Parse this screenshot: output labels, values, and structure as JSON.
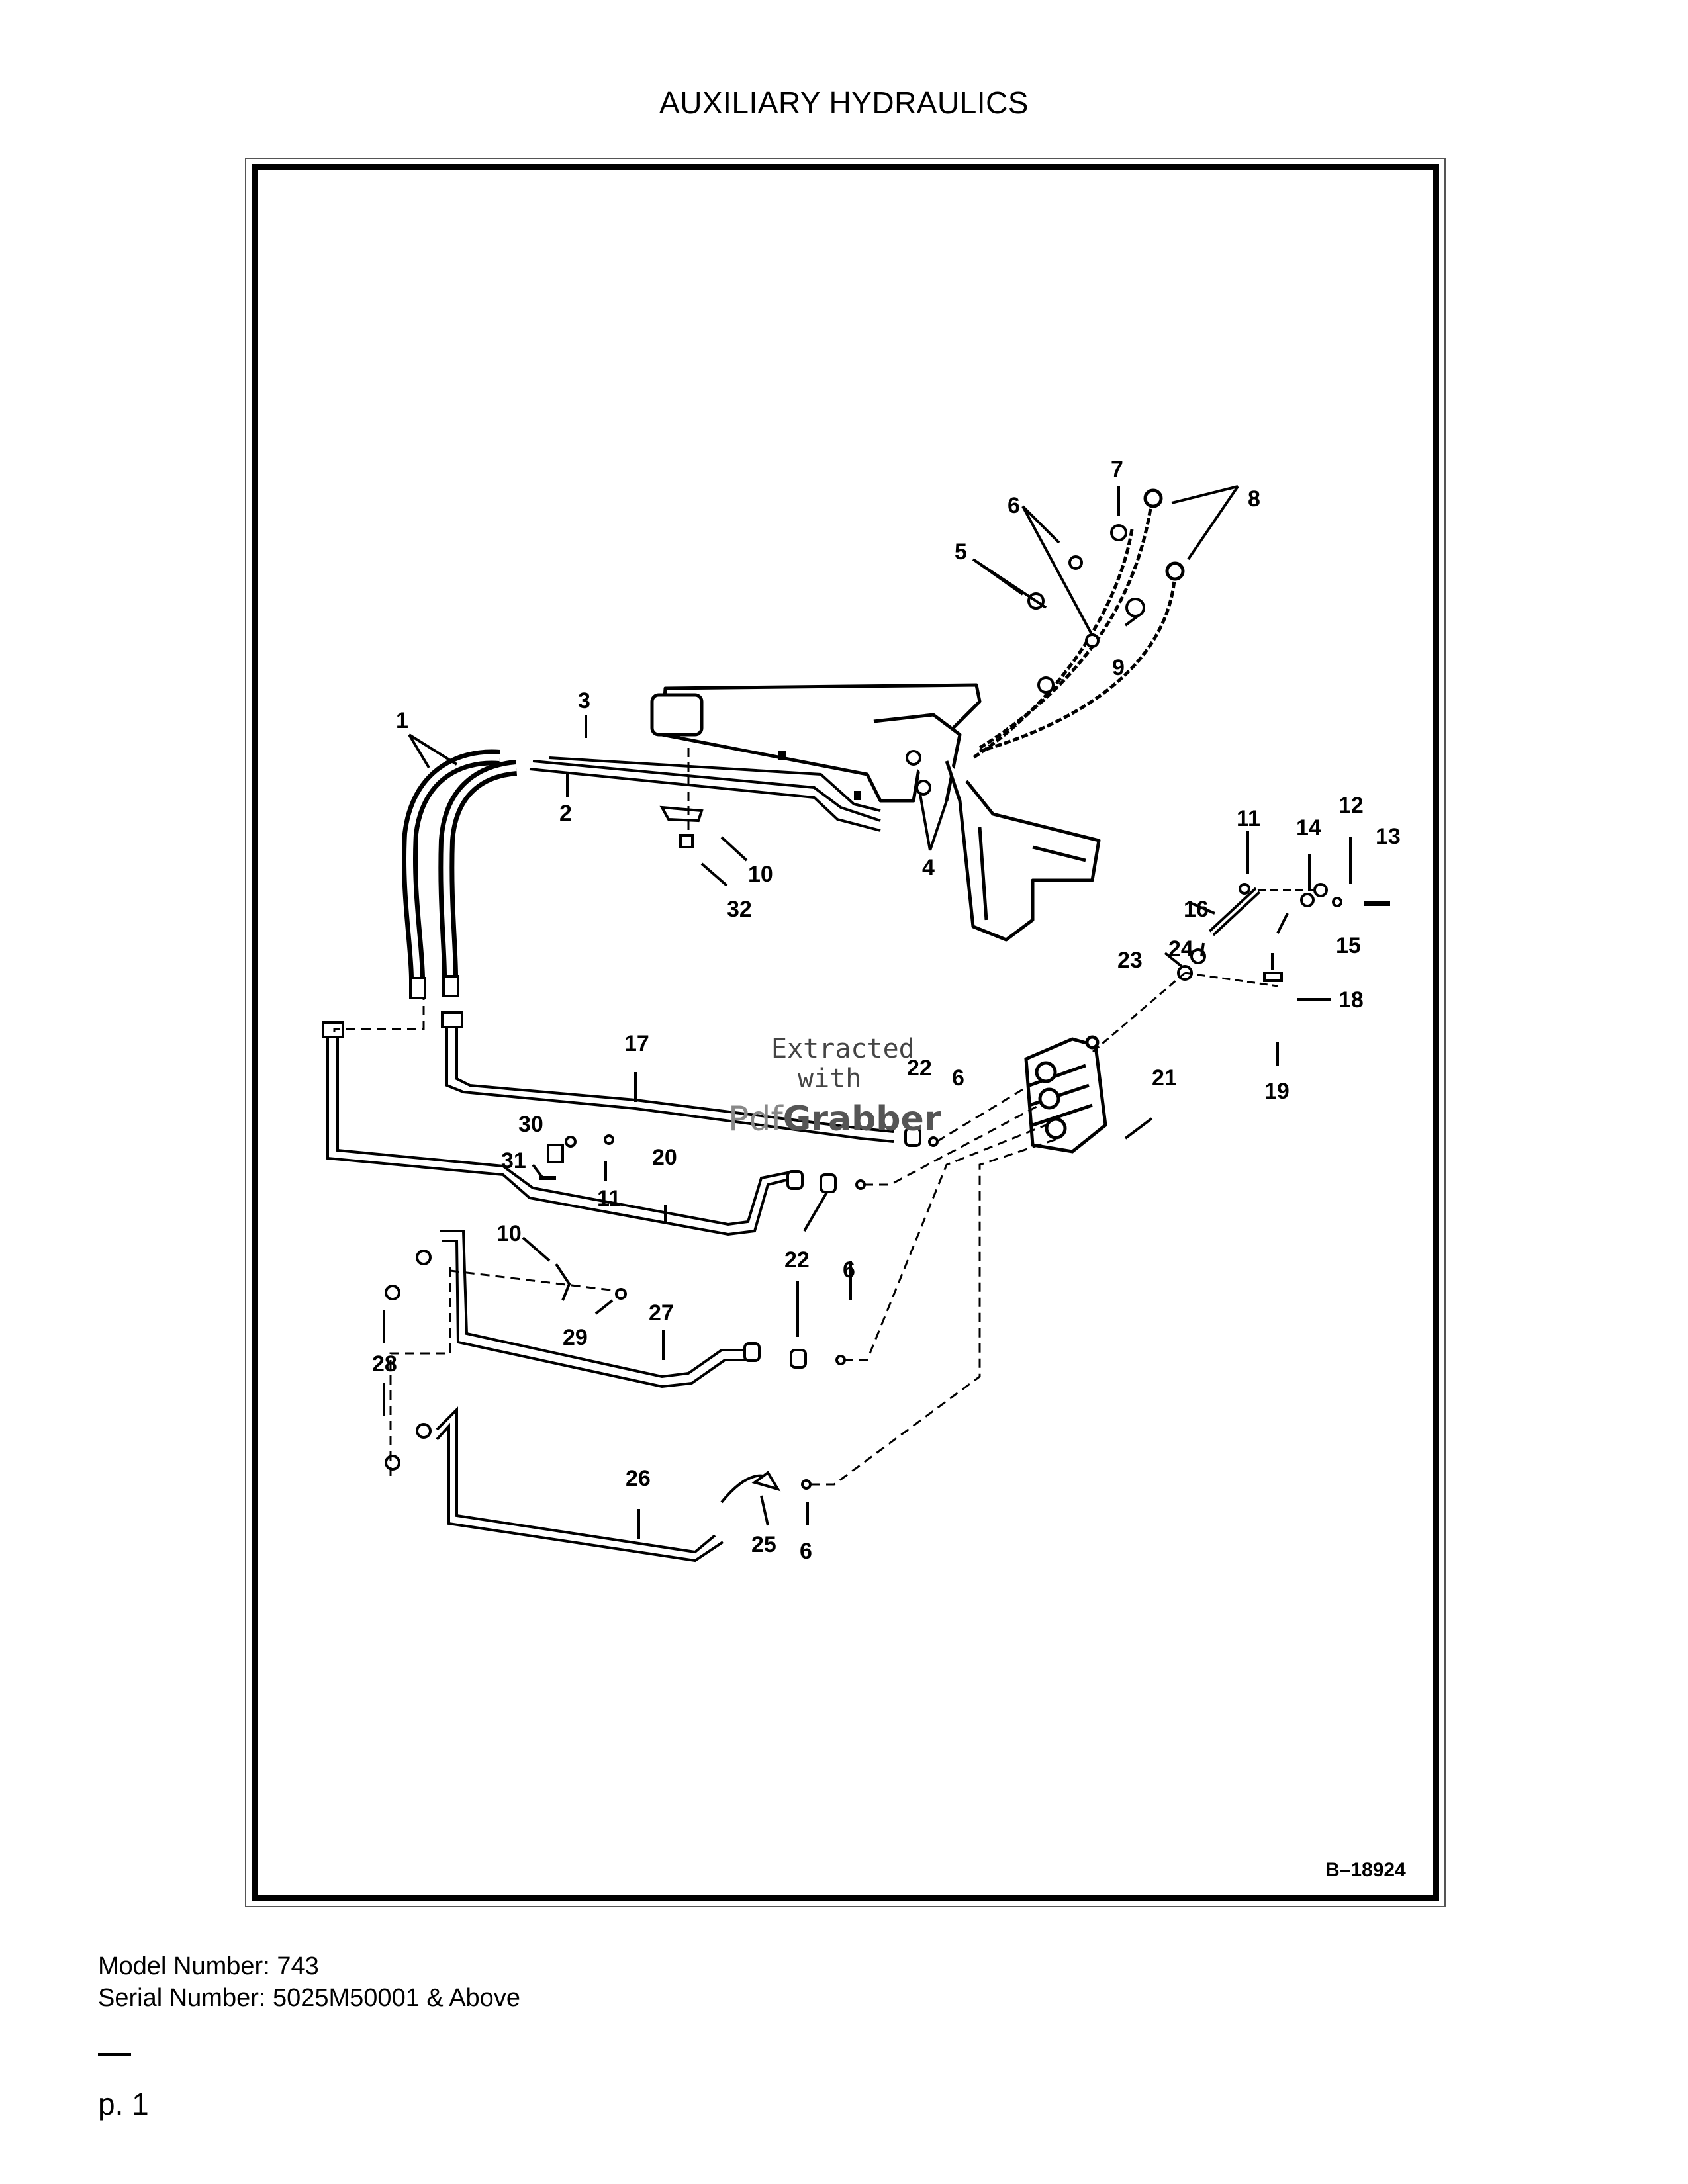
{
  "page": {
    "title": "AUXILIARY HYDRAULICS",
    "diagram_ref": "B–18924",
    "model_number": "Model Number: 743",
    "serial_number": "Serial Number: 5025M50001 & Above",
    "page_number": "p. 1"
  },
  "callouts": [
    "1",
    "2",
    "3",
    "4",
    "5",
    "6",
    "7",
    "8",
    "9",
    "10",
    "32",
    "11",
    "14",
    "12",
    "13",
    "16",
    "15",
    "23",
    "24",
    "18",
    "19",
    "21",
    "17",
    "22",
    "6",
    "30",
    "31",
    "11",
    "20",
    "22",
    "6",
    "10",
    "27",
    "29",
    "28",
    "26",
    "25",
    "6"
  ],
  "watermark": {
    "line1": "Extracted",
    "line2": "with",
    "brand_a": "Pdf",
    "brand_b": "Grabber"
  }
}
